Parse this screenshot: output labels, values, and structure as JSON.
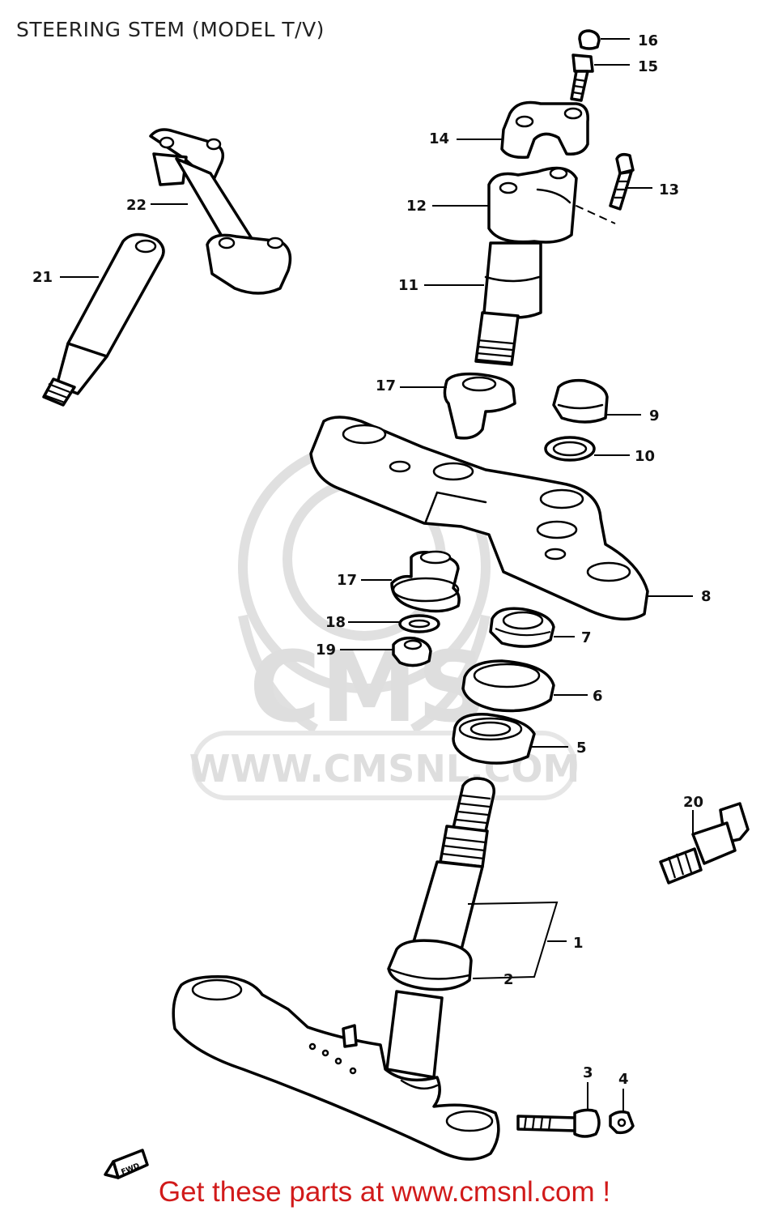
{
  "title": "STEERING STEM (MODEL T/V)",
  "watermark": {
    "logo_text": "CMS",
    "url_text": "WWW.CMSNL.COM",
    "color": "#dedede"
  },
  "fwd_badge": "FWD",
  "callouts": [
    {
      "number": "1",
      "part": "steering-stem"
    },
    {
      "number": "2",
      "part": "dust-seal-ring"
    },
    {
      "number": "3",
      "part": "pinch-bolt"
    },
    {
      "number": "4",
      "part": "nut"
    },
    {
      "number": "5",
      "part": "lower-bearing"
    },
    {
      "number": "6",
      "part": "upper-bearing"
    },
    {
      "number": "7",
      "part": "stem-nut"
    },
    {
      "number": "8",
      "part": "upper-bracket"
    },
    {
      "number": "9",
      "part": "stem-head-nut"
    },
    {
      "number": "10",
      "part": "washer"
    },
    {
      "number": "11",
      "part": "handlebar-holder-post"
    },
    {
      "number": "12",
      "part": "lower-handlebar-holder"
    },
    {
      "number": "13",
      "part": "holder-bolt"
    },
    {
      "number": "14",
      "part": "upper-handlebar-holder"
    },
    {
      "number": "15",
      "part": "holder-bolt-upper"
    },
    {
      "number": "16",
      "part": "bolt-cap"
    },
    {
      "number": "17",
      "part": "cushion"
    },
    {
      "number": "17",
      "part": "cushion-lower"
    },
    {
      "number": "18",
      "part": "washer-lower"
    },
    {
      "number": "19",
      "part": "nut-lower"
    },
    {
      "number": "20",
      "part": "steering-lock"
    },
    {
      "number": "21",
      "part": "holder-post-left"
    },
    {
      "number": "22",
      "part": "handlebar-holder-bridge"
    }
  ],
  "footer": {
    "text": "Get these parts at www.cmsnl.com !",
    "color": "#d11a1a"
  }
}
